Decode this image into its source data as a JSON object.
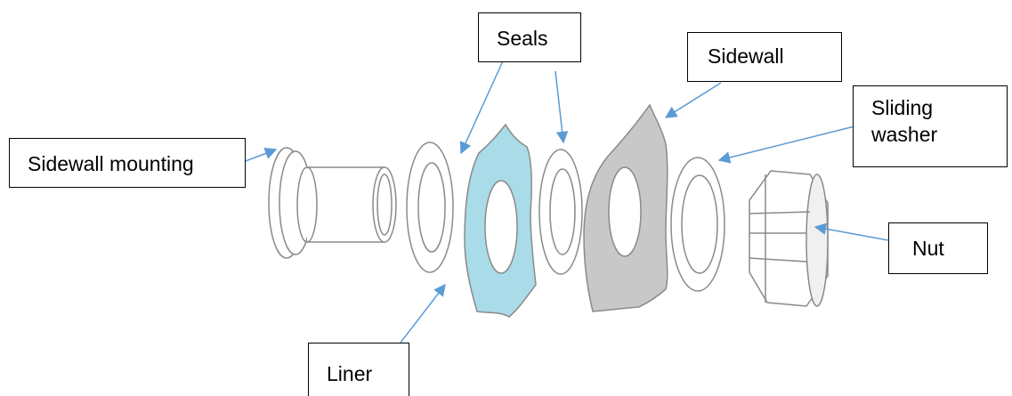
{
  "diagram": {
    "labels": {
      "sidewall_mounting": "Sidewall  mounting",
      "seals": "Seals",
      "sidewall": "Sidewall",
      "sliding_washer": "Sliding\nwasher",
      "nut": "Nut",
      "liner": "Liner"
    },
    "colors": {
      "liner_fill": "#a9dbe8",
      "sidewall_fill": "#c8c8c8",
      "arrow": "#5b9bd5",
      "part_outline": "#8a8a8a",
      "box_border": "#000000"
    }
  }
}
